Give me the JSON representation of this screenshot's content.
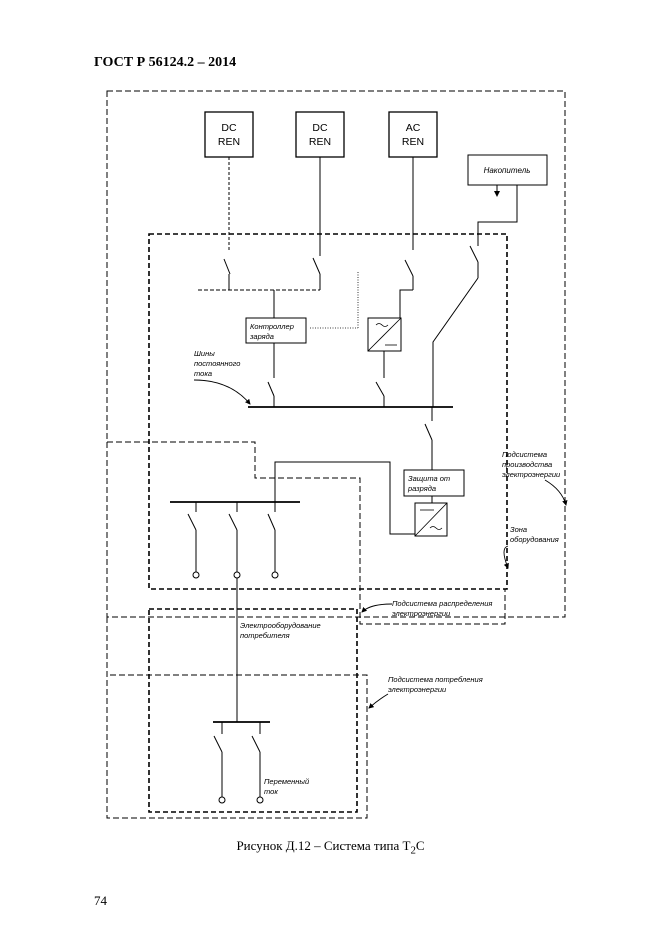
{
  "header": {
    "title": "ГОСТ Р 56124.2  – 2014"
  },
  "diagram": {
    "dc1": [
      "DC",
      "REN"
    ],
    "dc2": [
      "DC",
      "REN"
    ],
    "ac": [
      "AC",
      "REN"
    ],
    "storage": "Накопитель",
    "controller": [
      "Контроллер",
      "заряда"
    ],
    "dc_bus": [
      "Шины",
      "постоянного",
      "тока"
    ],
    "discharge_protection": [
      "Защита от",
      "разряда"
    ],
    "generation_subsystem": [
      "Подсистема",
      "производства",
      "электроэнергии"
    ],
    "equipment_zone": [
      "Зона",
      "оборудования"
    ],
    "distribution_subsystem": [
      "Подсистема распределения",
      "электроэнергии"
    ],
    "consumer_equipment": [
      "Электрооборудование",
      "потребителя"
    ],
    "consumption_subsystem": [
      "Подсистема потребления",
      "электроэнергии"
    ],
    "ac_current": [
      "Переменный",
      "ток"
    ]
  },
  "caption_main": "Рисунок Д.12 – Система типа T",
  "caption_sub": "2",
  "caption_end": "C",
  "page_number": "74"
}
